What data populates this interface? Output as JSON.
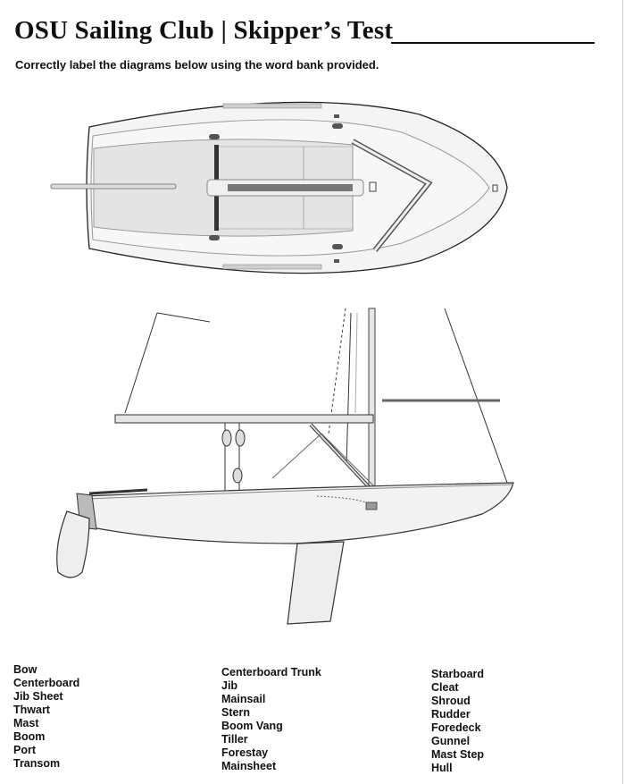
{
  "header": {
    "title": "OSU Sailing Club | Skipper’s Test",
    "instructions": "Correctly label the diagrams below using the word bank provided."
  },
  "word_bank": {
    "columns": [
      [
        "Bow",
        "Centerboard",
        "Jib Sheet",
        "Thwart",
        "Mast",
        "Boom",
        "Port",
        "Transom"
      ],
      [
        "Centerboard Trunk",
        "Jib",
        "Mainsail",
        "Stern",
        "Boom Vang",
        "Tiller",
        "Forestay",
        "Mainsheet"
      ],
      [
        "Starboard",
        "Cleat",
        "Shroud",
        "Rudder",
        "Foredeck",
        "Gunnel",
        "Mast Step",
        "Hull"
      ]
    ]
  },
  "diagrams": {
    "top_view": "sailboat-top-view",
    "side_view": "sailboat-side-view"
  }
}
